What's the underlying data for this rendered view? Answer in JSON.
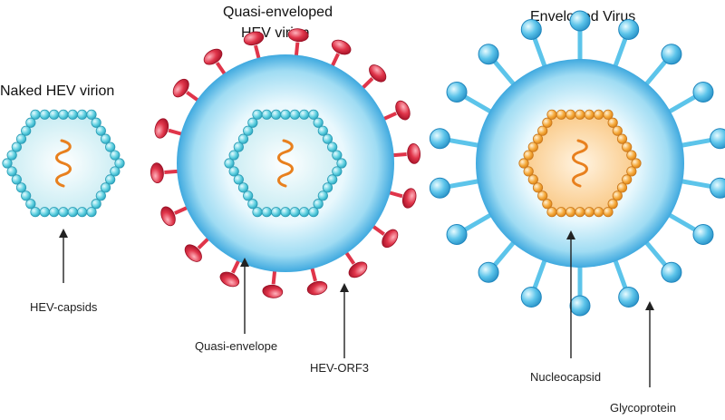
{
  "naked": {
    "title": "Naked HEV virion",
    "label": "HEV-capsids"
  },
  "quasi": {
    "title_line1": "Quasi-enveloped",
    "title_line2": "HEV virion",
    "label_envelope": "Quasi-envelope",
    "label_orf3": "HEV-ORF3"
  },
  "enveloped": {
    "title": "Enveloped Virus",
    "label_nucleocapsid": "Nucleocapsid",
    "label_glycoprotein": "Glycoprotein"
  },
  "colors": {
    "capsid_bead": "#5fd0e0",
    "capsid_fill": "#c8eef4",
    "rna": "#e8801e",
    "envelope": "#4fb8e8",
    "envelope_inner": "#e9f8fd",
    "orf3": "#e0354a",
    "nucleocapsid_fill": "#fbc77a",
    "nucleocapsid_bead": "#f5a93a",
    "glycoprotein": "#5cc4ea"
  }
}
